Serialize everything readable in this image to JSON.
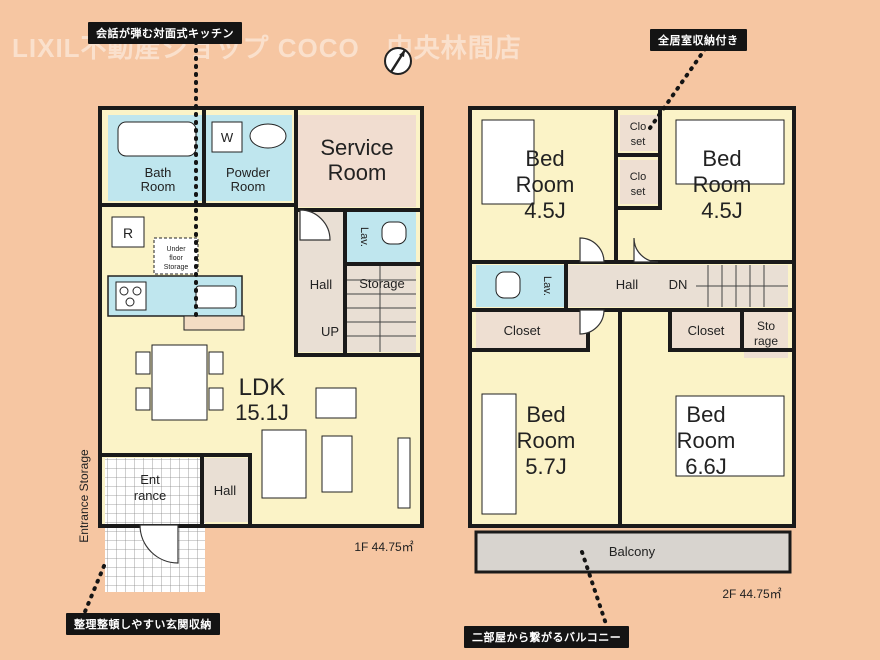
{
  "watermark": "LIXIL不動産ショップ COCO　中央林間店",
  "callouts": {
    "kitchen": "会話が弾む対面式キッチン",
    "storage_all": "全居室収納付き",
    "entrance": "整理整頓しやすい玄関収納",
    "balcony": "二部屋から繋がるバルコニー"
  },
  "floor1": {
    "area_label": "1F 44.75㎡",
    "rooms": {
      "bath": [
        "Bath",
        "Room"
      ],
      "washer": "W",
      "powder": [
        "Powder",
        "Room"
      ],
      "service": [
        "Service",
        "Room"
      ],
      "lav": "Lav.",
      "fridge": "R",
      "underfloor": [
        "Under",
        "floor",
        "Storage"
      ],
      "hall_upper": "Hall",
      "storage": "Storage",
      "up": "UP",
      "ldk": "LDK",
      "ldk_size": "15.1J",
      "entrance": [
        "Ent",
        "rance"
      ],
      "hall_lower": "Hall",
      "entrance_storage": "Entrance Storage"
    }
  },
  "floor2": {
    "area_label": "2F 44.75㎡",
    "rooms": {
      "bed_nw": [
        "Bed",
        "Room",
        "4.5J"
      ],
      "closet_top1": [
        "Clo",
        "set"
      ],
      "closet_top2": [
        "Clo",
        "set"
      ],
      "bed_ne": [
        "Bed",
        "Room",
        "4.5J"
      ],
      "lav": "Lav.",
      "hall": "Hall",
      "dn": "DN",
      "closet_sw": "Closet",
      "closet_se": "Closet",
      "storage_se": [
        "Sto",
        "rage"
      ],
      "bed_sw": [
        "Bed",
        "Room",
        "5.7J"
      ],
      "bed_se": [
        "Bed",
        "Room",
        "6.6J"
      ],
      "balcony": "Balcony"
    }
  },
  "colors": {
    "background": "#f6c6a2",
    "room": "#fbf3c7",
    "wet": "#bfe6ee",
    "service": "#f1ddd0",
    "hall": "#e9dfd4",
    "closet": "#eedfd2",
    "balcony": "#d8d4cf",
    "accent": "#20b8d3"
  }
}
